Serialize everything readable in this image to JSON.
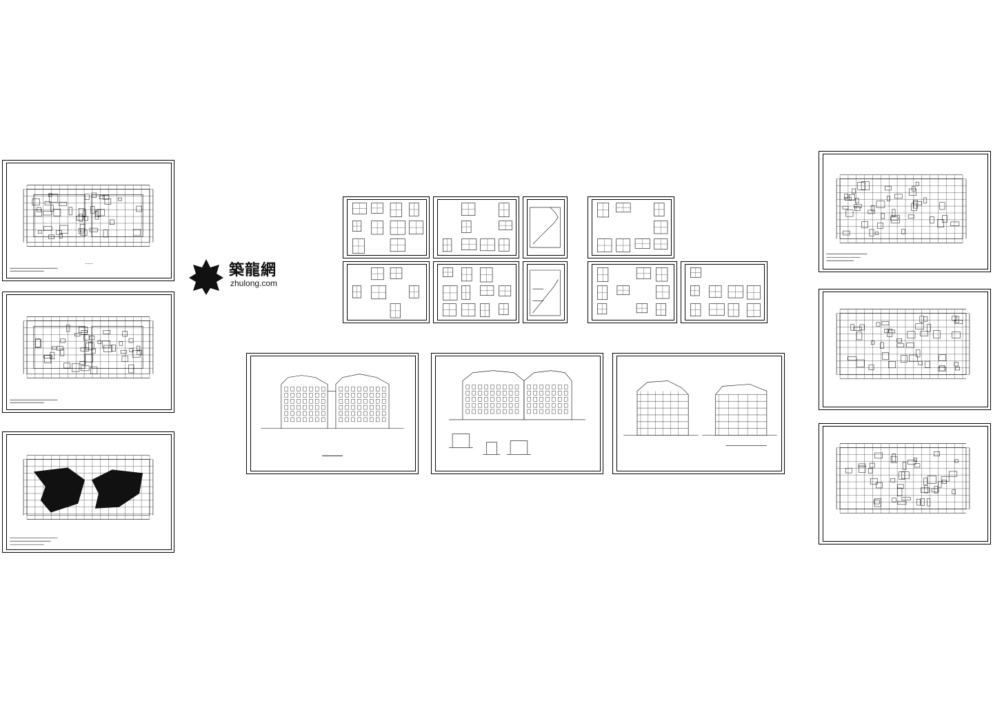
{
  "watermark": {
    "brand_cn": "築龍網",
    "brand_en": "zhulong.com"
  },
  "sheets": [
    {
      "id": "plan-left-1",
      "kind": "floor-plan"
    },
    {
      "id": "plan-left-2",
      "kind": "floor-plan"
    },
    {
      "id": "plan-left-3",
      "kind": "roof-plan"
    },
    {
      "id": "detail-1",
      "kind": "details"
    },
    {
      "id": "detail-2",
      "kind": "details"
    },
    {
      "id": "detail-3",
      "kind": "section"
    },
    {
      "id": "detail-4",
      "kind": "details"
    },
    {
      "id": "detail-5",
      "kind": "details"
    },
    {
      "id": "detail-6",
      "kind": "details"
    },
    {
      "id": "detail-7",
      "kind": "section"
    },
    {
      "id": "detail-8",
      "kind": "details"
    },
    {
      "id": "detail-9",
      "kind": "details"
    },
    {
      "id": "elevation-1",
      "kind": "elevation"
    },
    {
      "id": "elevation-2",
      "kind": "elevation"
    },
    {
      "id": "section-1",
      "kind": "section"
    },
    {
      "id": "plan-right-1",
      "kind": "floor-plan"
    },
    {
      "id": "plan-right-2",
      "kind": "floor-plan"
    },
    {
      "id": "plan-right-3",
      "kind": "floor-plan"
    }
  ]
}
